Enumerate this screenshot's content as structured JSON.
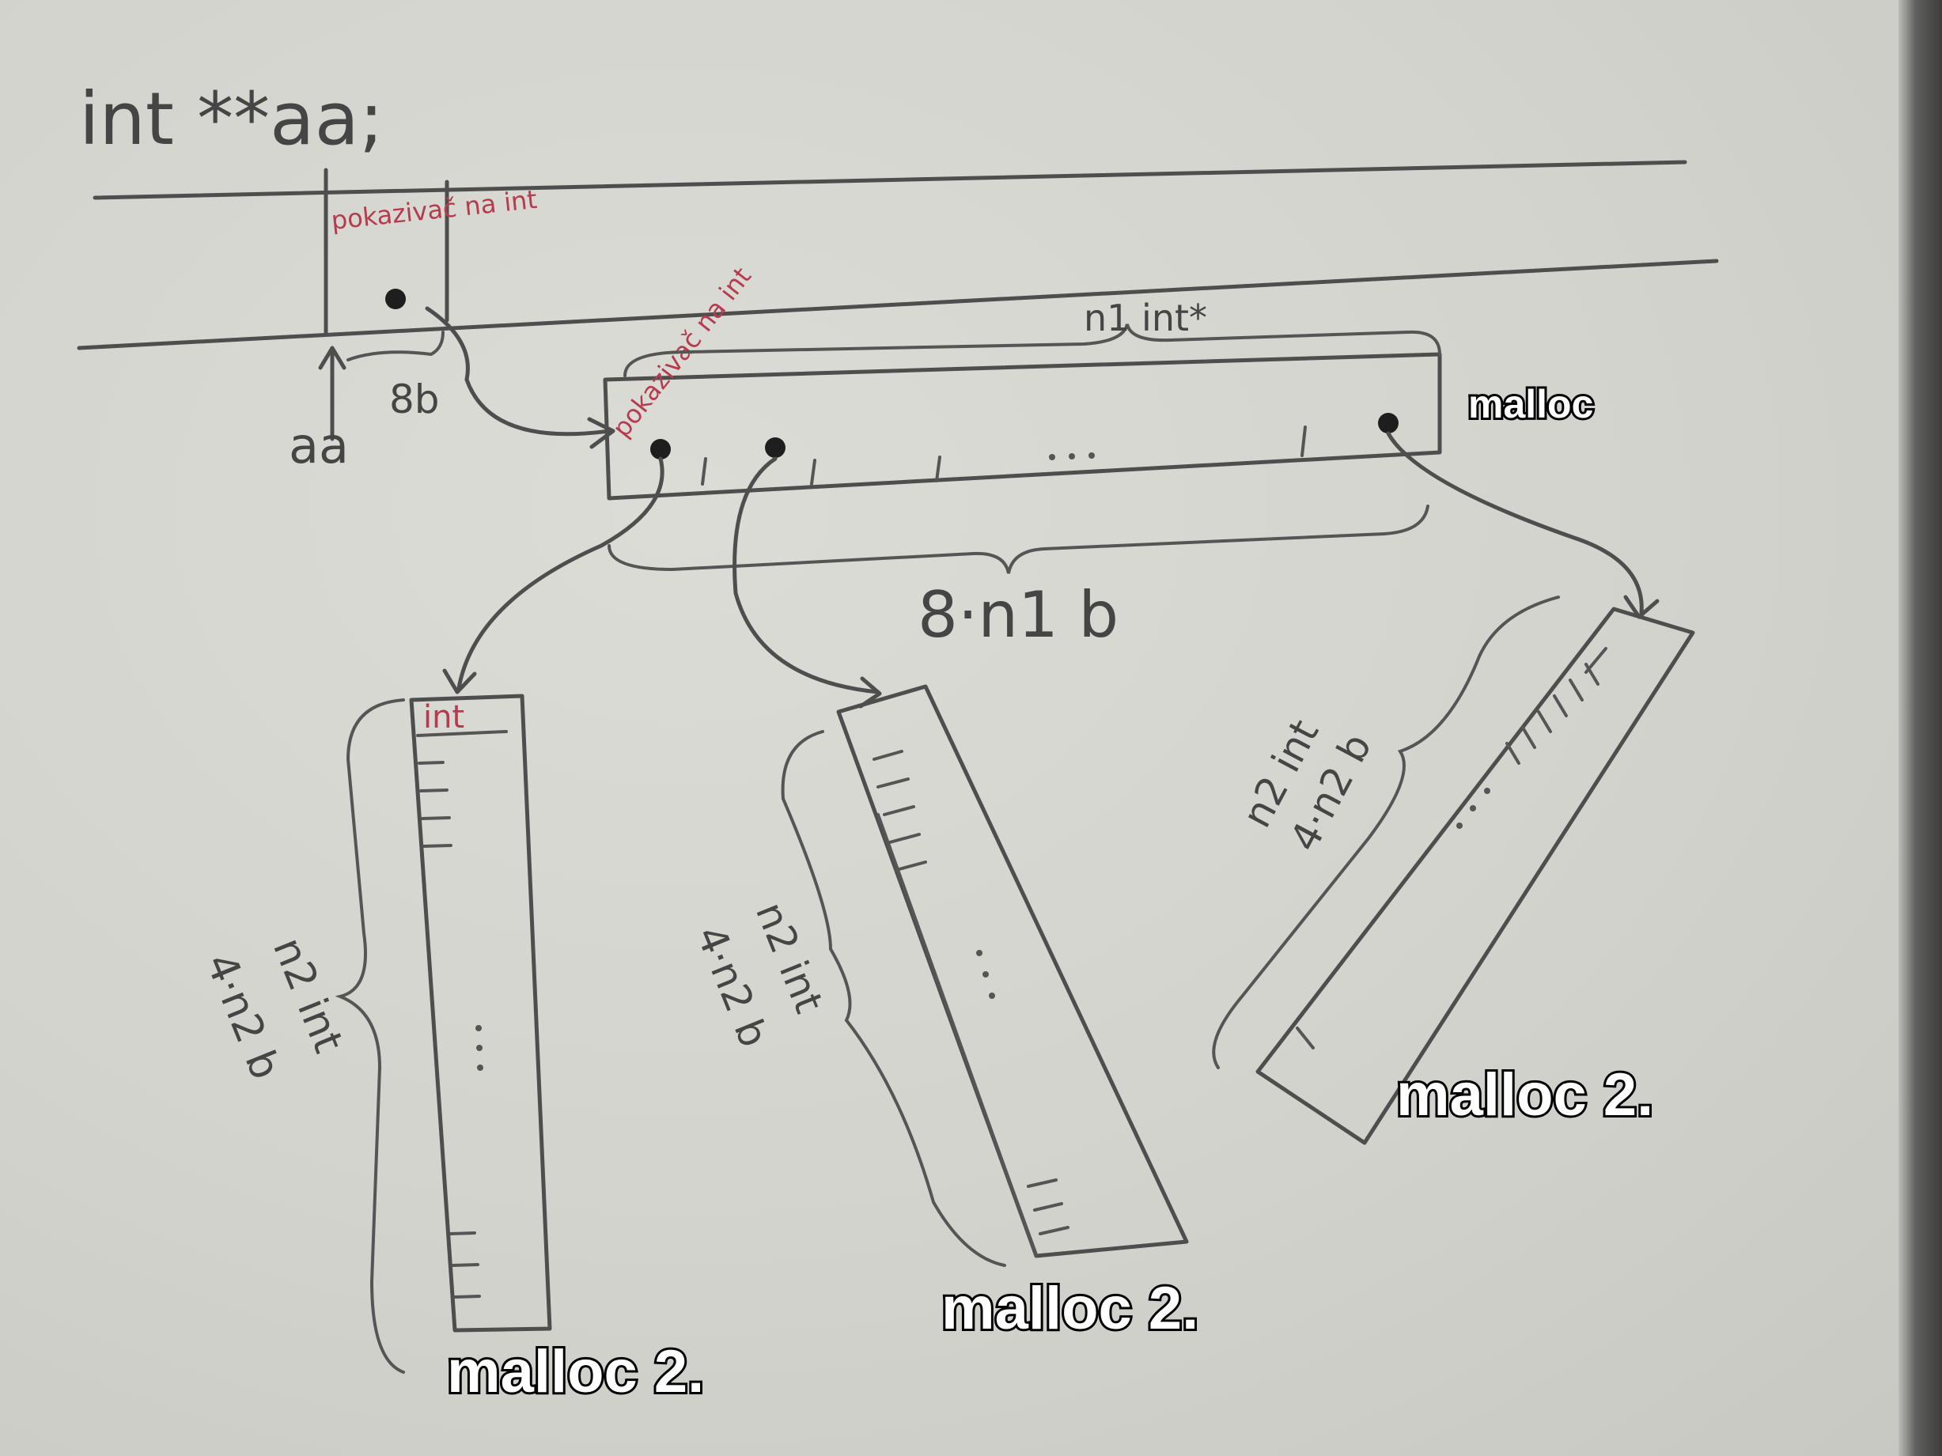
{
  "declaration": "int **aa;",
  "stack": {
    "cell_annotation": "pokazivač na int",
    "address_label": "aa",
    "size_label": "8b"
  },
  "pointer_array": {
    "annotation": "pokazivač na int",
    "count_label": "n1 int*",
    "size_label": "8·n1 b",
    "alloc_label": "malloc"
  },
  "int_arrays": [
    {
      "first_cell": "int",
      "count_label": "n2 int",
      "size_label": "4·n2 b",
      "alloc_label": "malloc 2."
    },
    {
      "count_label": "n2 int",
      "size_label": "4·n2 b",
      "alloc_label": "malloc 2."
    },
    {
      "count_label": "n2 int",
      "size_label": "4·n2 b",
      "alloc_label": "malloc 2."
    }
  ],
  "colors": {
    "marker": "#4e4e4e",
    "red_marker": "#b53b4e",
    "whiteboard": "#d6d6d0"
  }
}
